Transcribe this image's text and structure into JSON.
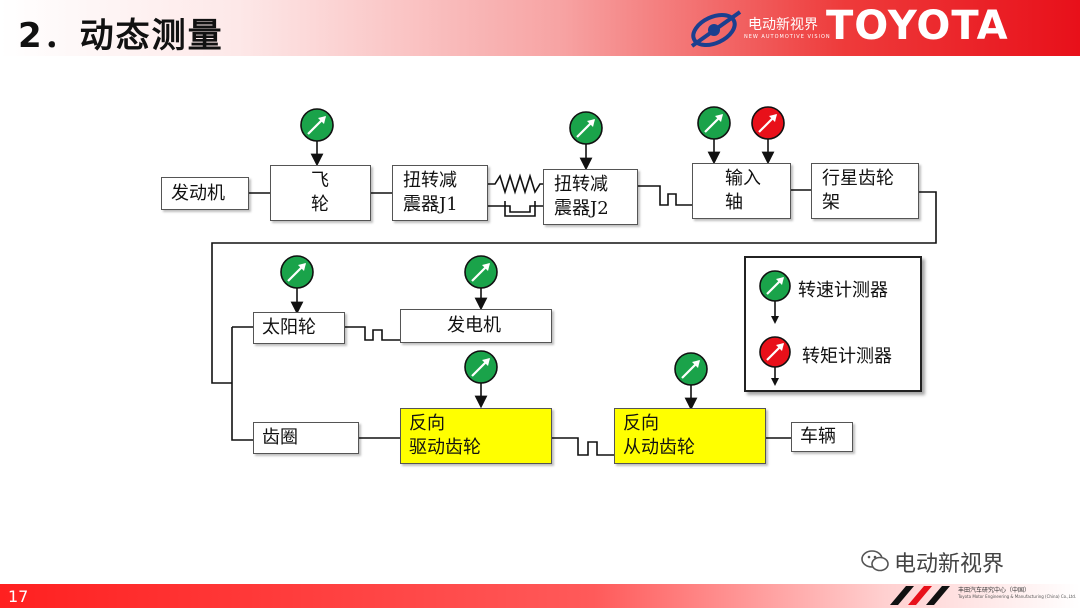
{
  "header": {
    "title": "2．动态测量",
    "brand_name": "电动新视界",
    "brand_sub": "NEW AUTOMOTIVE VISION",
    "toyota": "TOYOTA"
  },
  "colors": {
    "speed_sensor": "#1aa34a",
    "torque_sensor": "#e8101a",
    "highlight": "#ffff00"
  },
  "diagram": {
    "nodes": [
      {
        "id": "engine",
        "label": "发动机"
      },
      {
        "id": "flywheel",
        "label": "飞\n轮"
      },
      {
        "id": "damper-j1",
        "label": "扭转减\n震器J1"
      },
      {
        "id": "damper-j2",
        "label": "扭转减\n震器J2"
      },
      {
        "id": "input-shaft",
        "label": "输入\n轴"
      },
      {
        "id": "planet-carrier",
        "label": "行星齿轮\n架"
      },
      {
        "id": "sun-gear",
        "label": "太阳轮"
      },
      {
        "id": "generator",
        "label": "发电机"
      },
      {
        "id": "ring-gear",
        "label": "齿圈"
      },
      {
        "id": "reverse-drive-gear",
        "label": "反向\n驱动齿轮"
      },
      {
        "id": "reverse-driven-gear",
        "label": "反向\n从动齿轮"
      },
      {
        "id": "vehicle",
        "label": "车辆"
      }
    ]
  },
  "legend": {
    "speed_label": "转速计测器",
    "torque_label": "转矩计测器"
  },
  "footer": {
    "page_number": "17",
    "watermark": "电动新视界",
    "org_name": "丰田汽车研究中心（中国）",
    "org_sub": "Toyota Motor Engineering & Manufacturing (China) Co.,Ltd."
  }
}
